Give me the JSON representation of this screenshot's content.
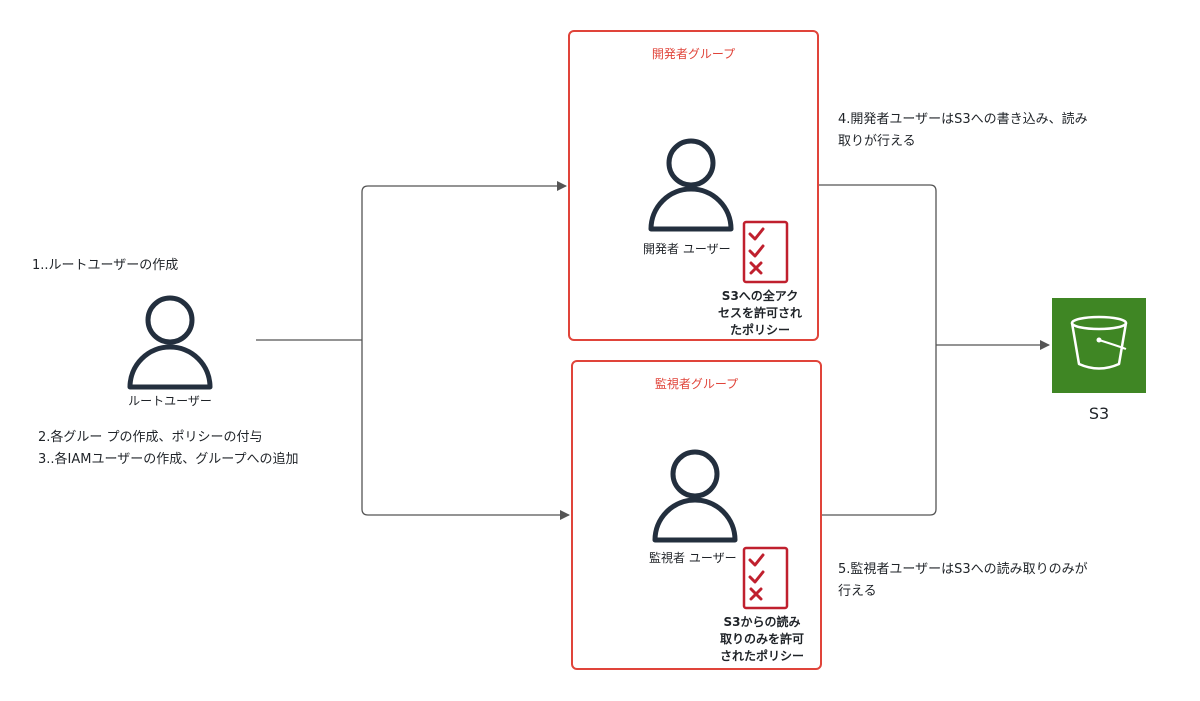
{
  "steps": {
    "step1": "1..ルートユーザーの作成",
    "step2": "2.各グルー プの作成、ポリシーの付与",
    "step3": "3..各IAMユーザーの作成、グループへの追加",
    "step4_line1": "4.開発者ユーザーはS3への書き込み、読み",
    "step4_line2": "取りが行える",
    "step5_line1": "5.監視者ユーザーはS3への読み取りのみが",
    "step5_line2": "行える"
  },
  "root_user": {
    "label": "ルートユーザー"
  },
  "developer_group": {
    "title": "開発者グループ",
    "user_label": "開発者 ユーザー",
    "policy_lines": [
      "S3への全アク",
      "セスを許可され",
      "たポリシー"
    ]
  },
  "monitor_group": {
    "title": "監視者グループ",
    "user_label": "監視者 ユーザー",
    "policy_lines": [
      "S3からの読み",
      "取りのみを許可",
      "されたポリシー"
    ]
  },
  "s3": {
    "label": "S3"
  },
  "icons": {
    "user": "user-icon",
    "policy": "policy-checklist-icon",
    "bucket": "s3-bucket-icon"
  },
  "colors": {
    "group_border": "#e0443a",
    "group_title": "#e0443a",
    "policy_red": "#c0202e",
    "user_icon": "#232f3e",
    "s3_green": "#3f8624",
    "connector": "#555555"
  }
}
